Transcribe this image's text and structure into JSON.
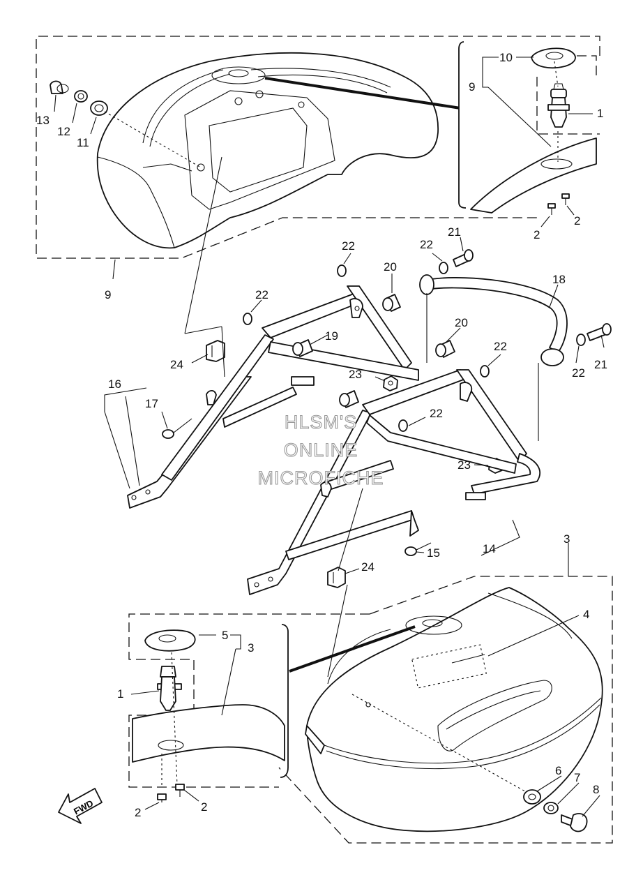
{
  "watermark": [
    "HLSM'S",
    "ONLINE",
    "MICROFICHE"
  ],
  "fwd_label": "FWD",
  "callouts": {
    "c13": "13",
    "c12": "12",
    "c11": "11",
    "c10": "10",
    "c9a": "9",
    "c1a": "1",
    "c2a": "2",
    "c2b": "2",
    "c9b": "9",
    "c22a": "22",
    "c20a": "20",
    "c22b": "22",
    "c21a": "21",
    "c18": "18",
    "c22c": "22",
    "c19": "19",
    "c24a": "24",
    "c16": "16",
    "c17": "17",
    "c23a": "23",
    "c20b": "20",
    "c22d": "22",
    "c21b": "21",
    "c22e": "22",
    "c22f": "22",
    "c23b": "23",
    "c15": "15",
    "c14": "14",
    "c3a": "3",
    "c24b": "24",
    "c4": "4",
    "c5": "5",
    "c3b": "3",
    "c1b": "1",
    "c6": "6",
    "c7": "7",
    "c8": "8",
    "c2c": "2",
    "c2d": "2"
  }
}
